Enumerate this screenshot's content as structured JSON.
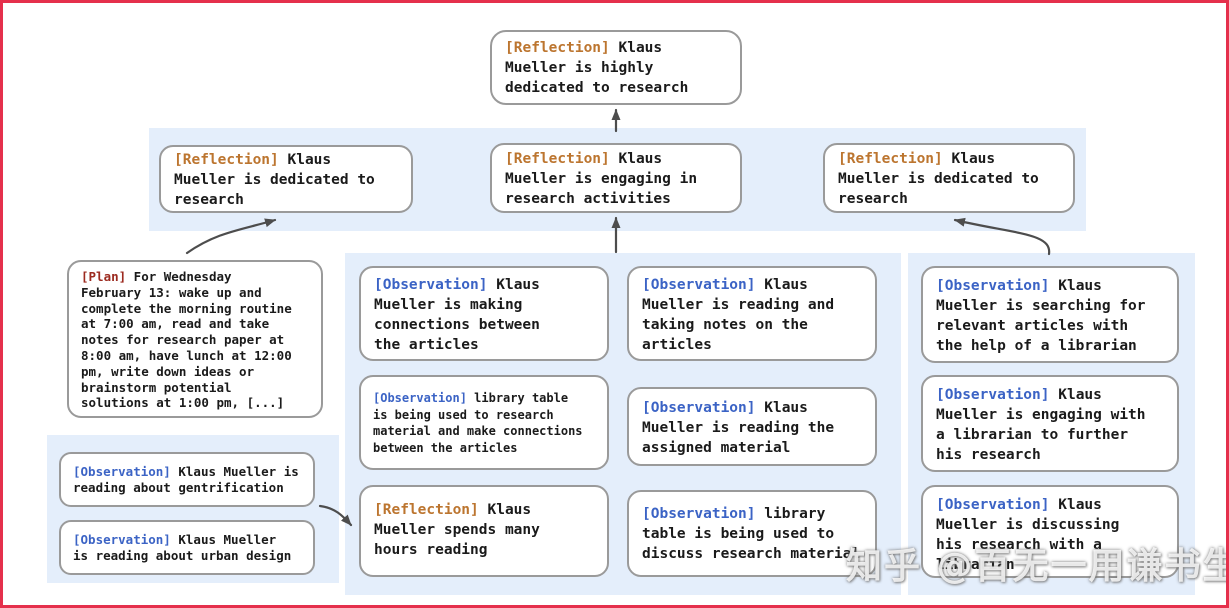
{
  "colors": {
    "frame": "#e5304c",
    "band": "#e4eefb",
    "node_border": "#9a9a9a",
    "text": "#1a1a1a",
    "reflection": "#bc752f",
    "observation": "#3b63c5",
    "plan": "#9c2a1f",
    "arrow": "#4d4d4d"
  },
  "nodes": {
    "top": {
      "tag": "[Reflection]",
      "text": " Klaus\nMueller is highly\ndedicated to research"
    },
    "ref_left": {
      "tag": "[Reflection]",
      "text": " Klaus\nMueller is dedicated to\nresearch"
    },
    "ref_mid": {
      "tag": "[Reflection]",
      "text": " Klaus\nMueller is engaging in\nresearch activities"
    },
    "ref_right": {
      "tag": "[Reflection]",
      "text": " Klaus\nMueller is dedicated to\nresearch"
    },
    "plan": {
      "tag": "[Plan]",
      "text": " For Wednesday\nFebruary 13: wake up and\ncomplete the morning routine\nat 7:00 am, read and take\nnotes for research paper at\n8:00 am, have lunch at 12:00\npm, write down ideas or\nbrainstorm potential\nsolutions at 1:00 pm, [...]"
    },
    "obs_gentrification": {
      "tag": "[Observation]",
      "text": " Klaus Mueller is\nreading about gentrification"
    },
    "obs_urban_design": {
      "tag": "[Observation]",
      "text": " Klaus Mueller\nis reading about urban design"
    },
    "mid_a1": {
      "tag": "[Observation]",
      "text": " Klaus\nMueller is making\nconnections between\nthe articles"
    },
    "mid_a2": {
      "tag": "[Observation]",
      "text": " library table\nis being used to research\nmaterial and make connections\nbetween the articles"
    },
    "mid_a3": {
      "tag": "[Reflection]",
      "text": " Klaus\nMueller spends many\nhours reading"
    },
    "mid_b1": {
      "tag": "[Observation]",
      "text": " Klaus\nMueller is reading and\ntaking notes on the\narticles"
    },
    "mid_b2": {
      "tag": "[Observation]",
      "text": " Klaus\nMueller is reading the\nassigned material"
    },
    "mid_b3": {
      "tag": "[Observation]",
      "text": " library\ntable is being used to\ndiscuss research material"
    },
    "right_1": {
      "tag": "[Observation]",
      "text": " Klaus\nMueller is searching for\nrelevant articles with\nthe help of a librarian"
    },
    "right_2": {
      "tag": "[Observation]",
      "text": " Klaus\nMueller is engaging with\na librarian to further\nhis research"
    },
    "right_3": {
      "tag": "[Observation]",
      "text": " Klaus\nMueller is discussing\nhis research with a\nlibrarian"
    }
  },
  "watermark": "知乎 @百无一用谦书生"
}
